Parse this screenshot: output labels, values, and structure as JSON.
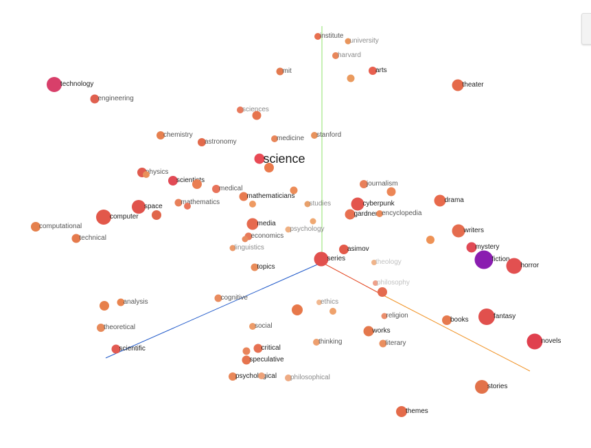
{
  "points": [
    {
      "label": "institute",
      "color": "#e8704f",
      "tone": "mid"
    },
    {
      "label": "university",
      "color": "#e8955c",
      "tone": "light"
    },
    {
      "label": "harvard",
      "color": "#e8865a",
      "tone": "light"
    },
    {
      "label": "mit",
      "color": "#e37a4f",
      "tone": "mid"
    },
    {
      "label": "arts",
      "color": "#e8604f",
      "tone": "dark"
    },
    {
      "label": "",
      "color": "#ea9a5e",
      "tone": "mid"
    },
    {
      "label": "theater",
      "color": "#e56a4a",
      "tone": "dark"
    },
    {
      "label": "technology",
      "color": "#d83f6a",
      "tone": "dark"
    },
    {
      "label": "engineering",
      "color": "#e0604f",
      "tone": "mid"
    },
    {
      "label": "sciences",
      "color": "#e87a5c",
      "tone": "light"
    },
    {
      "label": "",
      "color": "#e6744e",
      "tone": "mid"
    },
    {
      "label": "chemistry",
      "color": "#e6804f",
      "tone": "mid"
    },
    {
      "label": "astronomy",
      "color": "#e26a4b",
      "tone": "mid"
    },
    {
      "label": "medicine",
      "color": "#e8865a",
      "tone": "mid"
    },
    {
      "label": "stanford",
      "color": "#e8925c",
      "tone": "mid"
    },
    {
      "label": "science",
      "color": "#e84a55",
      "tone": "dark"
    },
    {
      "label": "",
      "color": "#ea7a4c",
      "tone": "mid"
    },
    {
      "label": "physics",
      "color": "#e05a4e",
      "tone": "mid"
    },
    {
      "label": "",
      "color": "#e8905a",
      "tone": "mid"
    },
    {
      "label": "scientists",
      "color": "#e14a55",
      "tone": "dark"
    },
    {
      "label": "",
      "color": "#e97e52",
      "tone": "mid"
    },
    {
      "label": "medical",
      "color": "#e8735a",
      "tone": "mid"
    },
    {
      "label": "mathematicians",
      "color": "#e87a4f",
      "tone": "dark"
    },
    {
      "label": "",
      "color": "#ec8c58",
      "tone": "mid"
    },
    {
      "label": "mathematics",
      "color": "#e8805a",
      "tone": "mid"
    },
    {
      "label": "",
      "color": "#e9765a",
      "tone": "mid"
    },
    {
      "label": "",
      "color": "#ee9a62",
      "tone": "mid"
    },
    {
      "label": "studies",
      "color": "#e8a06a",
      "tone": "light"
    },
    {
      "label": "journalism",
      "color": "#e8805a",
      "tone": "mid"
    },
    {
      "label": "",
      "color": "#ec8656",
      "tone": "mid"
    },
    {
      "label": "cyberpunk",
      "color": "#e3554d",
      "tone": "dark"
    },
    {
      "label": "gardner",
      "color": "#e87050",
      "tone": "dark"
    },
    {
      "label": "encyclopedia",
      "color": "#eb8a5a",
      "tone": "mid"
    },
    {
      "label": "drama",
      "color": "#e86a4c",
      "tone": "dark"
    },
    {
      "label": "space",
      "color": "#e0534c",
      "tone": "dark"
    },
    {
      "label": "computer",
      "color": "#e2584a",
      "tone": "dark"
    },
    {
      "label": "",
      "color": "#e0664b",
      "tone": "mid"
    },
    {
      "label": "computational",
      "color": "#e5804c",
      "tone": "mid"
    },
    {
      "label": "technical",
      "color": "#e57a4c",
      "tone": "mid"
    },
    {
      "label": "media",
      "color": "#e66a4e",
      "tone": "dark"
    },
    {
      "label": "",
      "color": "#efa872",
      "tone": "mid"
    },
    {
      "label": "psychology",
      "color": "#efb082",
      "tone": "light"
    },
    {
      "label": "economics",
      "color": "#e77a5a",
      "tone": "mid"
    },
    {
      "label": "",
      "color": "#e88a5e",
      "tone": "mid"
    },
    {
      "label": "linguistics",
      "color": "#ec9a6a",
      "tone": "light"
    },
    {
      "label": "writers",
      "color": "#e56c4e",
      "tone": "dark"
    },
    {
      "label": "",
      "color": "#ee9256",
      "tone": "mid"
    },
    {
      "label": "mystery",
      "color": "#e04a55",
      "tone": "dark"
    },
    {
      "label": "fiction",
      "color": "#8a1db0",
      "tone": "dark"
    },
    {
      "label": "horror",
      "color": "#e25050",
      "tone": "dark"
    },
    {
      "label": "asimov",
      "color": "#e35a4a",
      "tone": "dark"
    },
    {
      "label": "series",
      "color": "#e1504d",
      "tone": "dark"
    },
    {
      "label": "topics",
      "color": "#e98c5a",
      "tone": "dark"
    },
    {
      "label": "theology",
      "color": "#f0b48a",
      "tone": "faint"
    },
    {
      "label": "philosophy",
      "color": "#eea08a",
      "tone": "faint"
    },
    {
      "label": "",
      "color": "#e46a4e",
      "tone": "mid"
    },
    {
      "label": "cognitive",
      "color": "#e98c5f",
      "tone": "mid"
    },
    {
      "label": "analysis",
      "color": "#e9844f",
      "tone": "mid"
    },
    {
      "label": "",
      "color": "#e7804b",
      "tone": "mid"
    },
    {
      "label": "ethics",
      "color": "#f1b890",
      "tone": "light"
    },
    {
      "label": "",
      "color": "#e7784a",
      "tone": "mid"
    },
    {
      "label": "",
      "color": "#efa26c",
      "tone": "mid"
    },
    {
      "label": "religion",
      "color": "#eb8e6c",
      "tone": "mid"
    },
    {
      "label": "books",
      "color": "#e67a4e",
      "tone": "dark"
    },
    {
      "label": "fantasy",
      "color": "#e1504d",
      "tone": "dark"
    },
    {
      "label": "theoretical",
      "color": "#e78a5a",
      "tone": "mid"
    },
    {
      "label": "social",
      "color": "#ed9c6a",
      "tone": "mid"
    },
    {
      "label": "works",
      "color": "#e4784c",
      "tone": "dark"
    },
    {
      "label": "novels",
      "color": "#e0404e",
      "tone": "dark"
    },
    {
      "label": "thinking",
      "color": "#ee9f6e",
      "tone": "mid"
    },
    {
      "label": "literary",
      "color": "#ea8e5e",
      "tone": "mid"
    },
    {
      "label": "scientific",
      "color": "#e25a52",
      "tone": "dark"
    },
    {
      "label": "critical",
      "color": "#e67152",
      "tone": "dark"
    },
    {
      "label": "",
      "color": "#e9845a",
      "tone": "mid"
    },
    {
      "label": "speculative",
      "color": "#e6744e",
      "tone": "dark"
    },
    {
      "label": "psychological",
      "color": "#e9885a",
      "tone": "dark"
    },
    {
      "label": "",
      "color": "#eda27a",
      "tone": "mid"
    },
    {
      "label": "philosophical",
      "color": "#eeab84",
      "tone": "light"
    },
    {
      "label": "stories",
      "color": "#e2724a",
      "tone": "dark"
    },
    {
      "label": "themes",
      "color": "#e46b4a",
      "tone": "dark"
    }
  ],
  "axes": {
    "x_color": "#e2401a",
    "x_far_color": "#f09020",
    "y_color": "#8ee06a",
    "z_color": "#1a55c8"
  },
  "label_colors": {
    "dark": "#1a1a1a",
    "mid": "#555555",
    "light": "#8a8a8a",
    "faint": "#c2c2c2"
  }
}
